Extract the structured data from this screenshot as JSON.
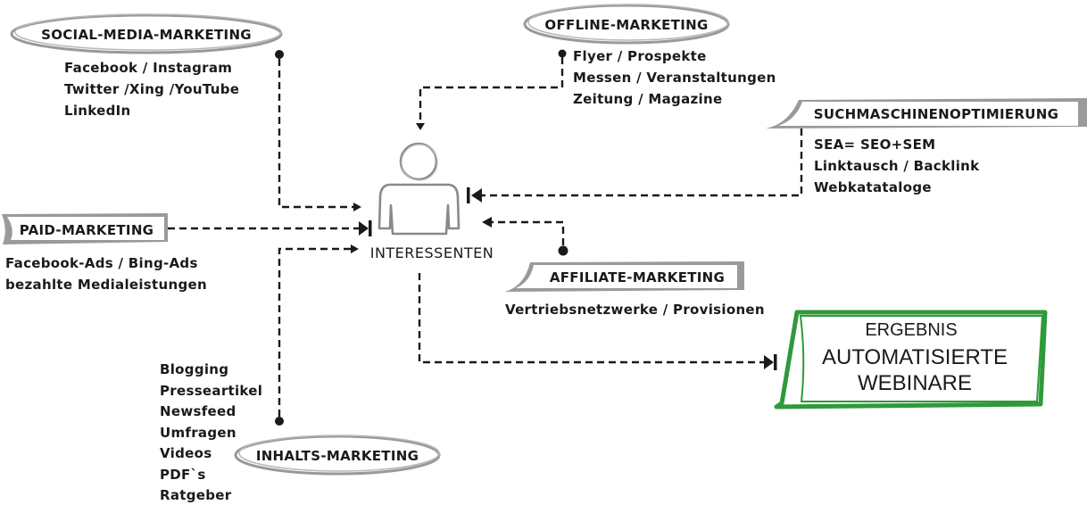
{
  "center": {
    "label": "INTERESSENTEN"
  },
  "categories": {
    "social": {
      "title": "SOCIAL-MEDIA-MARKETING",
      "items": [
        "Facebook / Instagram",
        "Twitter /Xing /YouTube",
        "LinkedIn"
      ]
    },
    "offline": {
      "title": "OFFLINE-MARKETING",
      "items": [
        "Flyer / Prospekte",
        "Messen / Veranstaltungen",
        "Zeitung / Magazine"
      ]
    },
    "seo": {
      "title": "SUCHMASCHINENOPTIMIERUNG",
      "items": [
        "SEA= SEO+SEM",
        "Linktausch / Backlink",
        "Webkatataloge"
      ]
    },
    "paid": {
      "title": "PAID-MARKETING",
      "items": [
        "Facebook-Ads / Bing-Ads",
        "bezahlte Medialeistungen"
      ]
    },
    "affiliate": {
      "title": "AFFILIATE-MARKETING",
      "items": [
        "Vertriebsnetzwerke / Provisionen"
      ]
    },
    "content": {
      "title": "INHALTS-MARKETING",
      "items": [
        "Blogging",
        "Presseartikel",
        "Newsfeed",
        "Umfragen",
        "Videos",
        "PDF`s",
        "Ratgeber"
      ]
    }
  },
  "result": {
    "line1": "ERGEBNIS",
    "line2": "AUTOMATISIERTE",
    "line3": "WEBINARE",
    "border_color": "#2e9a3a"
  }
}
